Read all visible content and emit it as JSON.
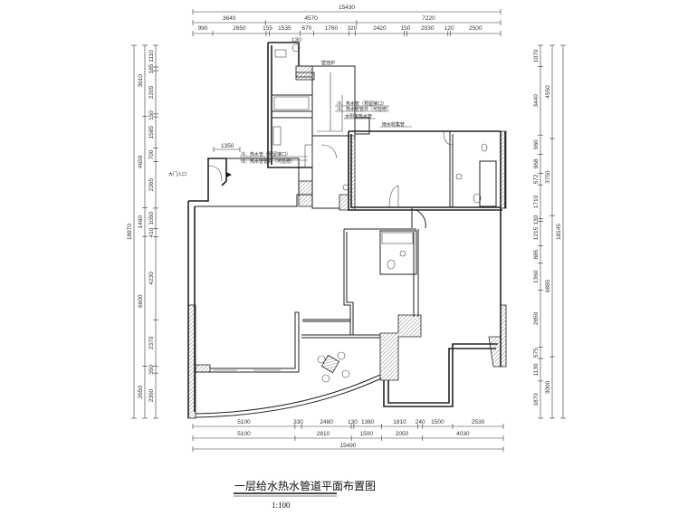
{
  "title": "一层给水热水管道平面布置图",
  "scale": "1:100",
  "dims": {
    "top": {
      "total": "15430",
      "mid": [
        "3640",
        "4570",
        "7220"
      ],
      "detail": [
        "990",
        "2650",
        "155",
        "1535",
        "670",
        "1760",
        "320",
        "2420",
        "150",
        "2030",
        "120",
        "2500"
      ],
      "extra": "130"
    },
    "left": {
      "total": "18970",
      "mid": [
        "3610",
        "4650",
        "1460",
        "6600",
        "2650"
      ],
      "detail": [
        "1110",
        "185",
        "2205",
        "150",
        "1585",
        "700",
        "2365",
        "1050",
        "410",
        "4230",
        "2370",
        "350",
        "2300"
      ]
    },
    "right": {
      "total": "18145",
      "mid": [
        "4550",
        "3750",
        "6885",
        "3000"
      ],
      "detail": [
        "1070",
        "3440",
        "960",
        "968",
        "572",
        "1710",
        "130",
        "1215",
        "885",
        "1360",
        "2850",
        "575",
        "1130",
        "1870"
      ]
    },
    "bottom": {
      "total": "15490",
      "mid": [
        "5100",
        "2810",
        "1500",
        "2050",
        "4030"
      ],
      "detail": [
        "5100",
        "330",
        "2480",
        "130",
        "1380",
        "1810",
        "240",
        "1500",
        "2530"
      ]
    }
  },
  "labels": {
    "entrance": "大门入口",
    "entrance_width": "1350",
    "boiler": "壁挂炉",
    "pipe_note_1": "冷、热水管（预留接口）",
    "pipe_note_2": "冷、热水管管井（可检修）",
    "pipe_note_3": "冷、热水管（预留接口）",
    "pipe_note_4": "冷、热水管管井（可检修）",
    "riser_note": "太阳能热水管",
    "drain_note": "雨水收集管"
  }
}
